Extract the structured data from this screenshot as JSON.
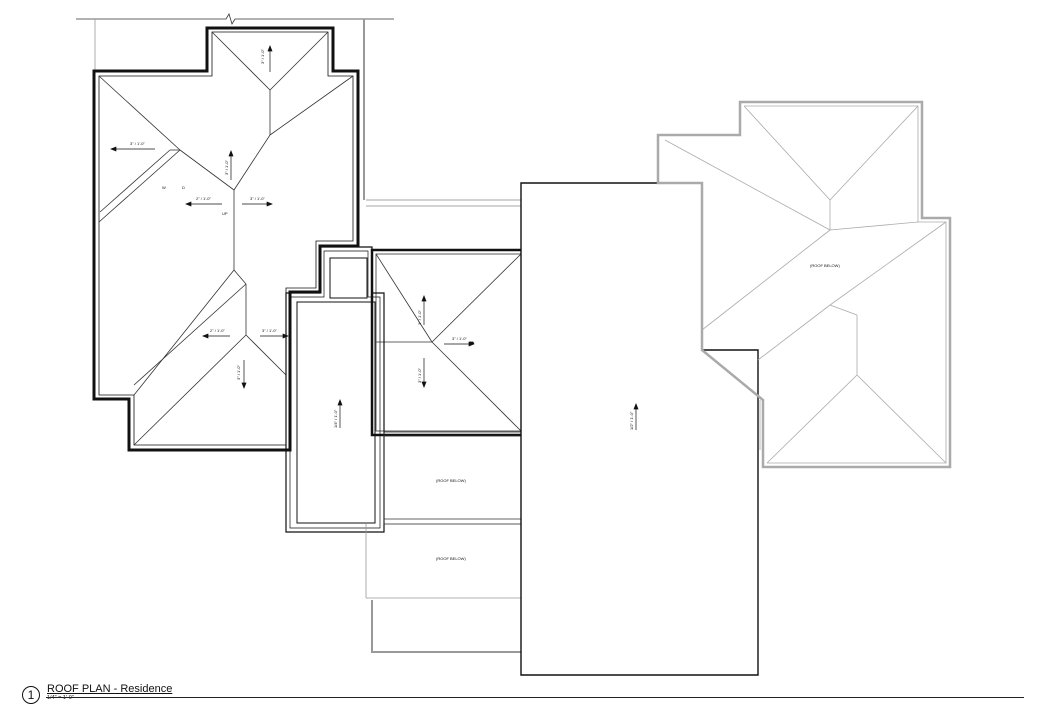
{
  "drawing": {
    "number": "1",
    "title": "ROOF PLAN - Residence",
    "scale": "1/4\" = 1'-0\""
  },
  "labels": {
    "slope_3_12": "3\" / 1'-0\"",
    "slope_2_12": "2\" / 1'-0\"",
    "slope_14_12": "1/4\" / 1'-0\"",
    "slope_12": "1/2\" / 1'-0\"",
    "roof_below": "(ROOF BELOW)",
    "w": "W",
    "d": "D",
    "up": "UP"
  }
}
